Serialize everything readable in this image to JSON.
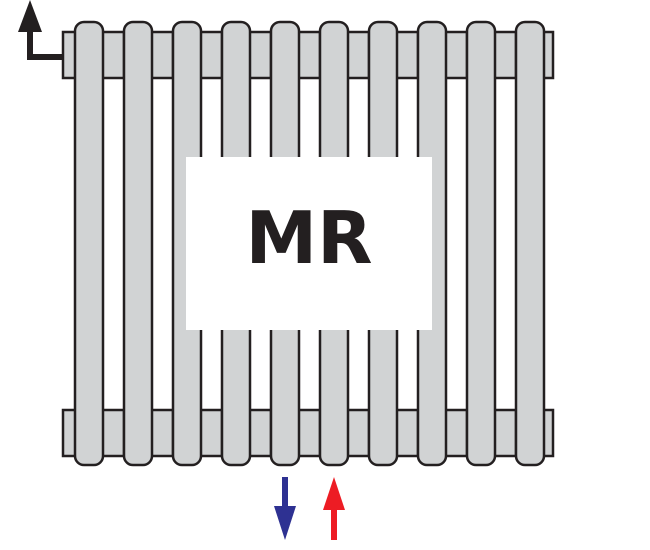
{
  "diagram": {
    "model_label": "MR",
    "column_count": 10,
    "colors": {
      "radiator_fill": "#d1d3d4",
      "outline": "#231f20",
      "label_box": "#ffffff",
      "return_flow": "#2e3192",
      "supply_flow": "#ed1c24",
      "vent_arrow": "#231f20"
    },
    "icons": {
      "vent": "arrow-up-left-elbow",
      "return": "arrow-down",
      "supply": "arrow-up"
    }
  }
}
